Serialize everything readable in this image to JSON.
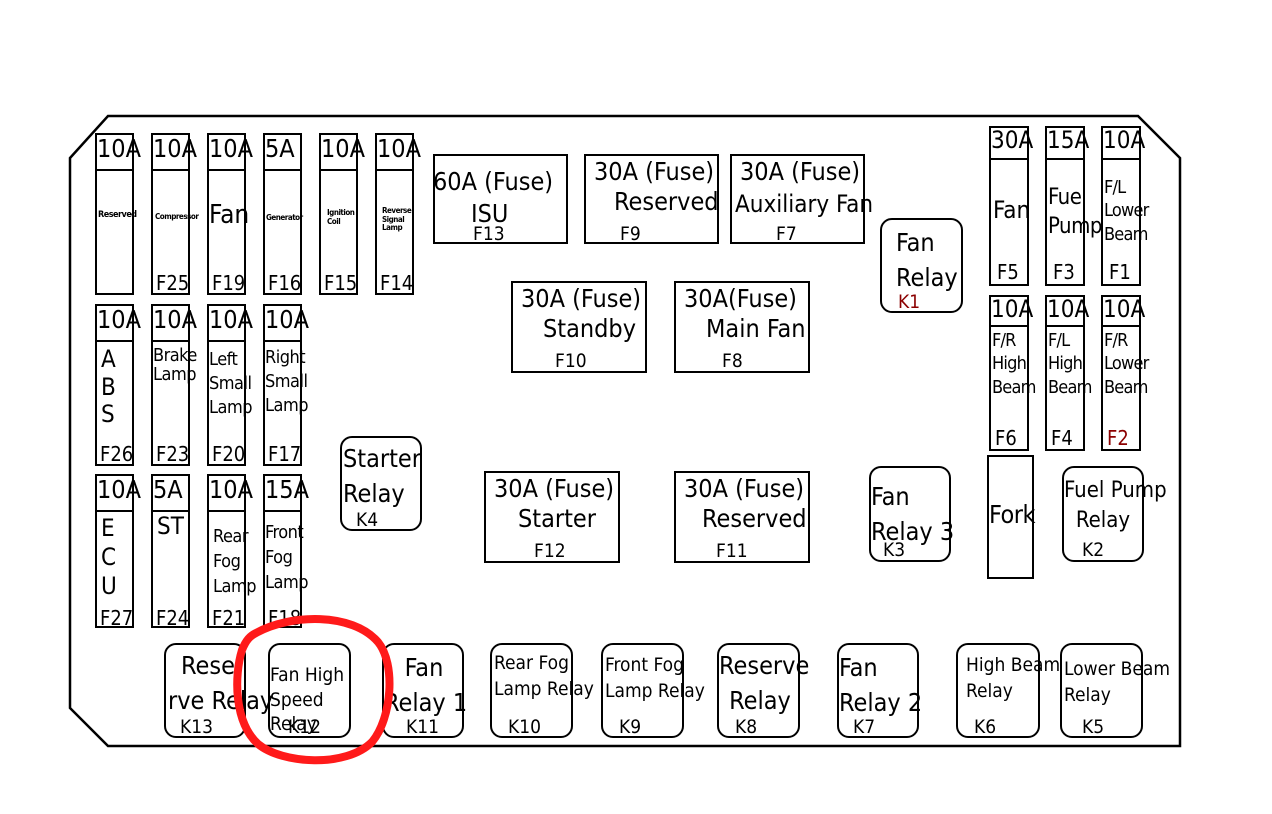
{
  "colors": {
    "line": "#000000",
    "alt_label": "#8b0000",
    "highlight": "#ff1a1a"
  },
  "small_fuses": [
    {
      "id": "F25",
      "rating": "10A",
      "name": "Compressor"
    },
    {
      "id": "F19",
      "rating": "10A",
      "name": "Fan"
    },
    {
      "id": "F16",
      "rating": "5A",
      "name": "Generator"
    },
    {
      "id": "F15",
      "rating": "10A",
      "name": "Ignition\nCoil"
    },
    {
      "id": "F14",
      "rating": "10A",
      "name": "Reverse\nSignal\nLamp"
    },
    {
      "id": "F26",
      "rating": "10A",
      "name": "A\nB\nS"
    },
    {
      "id": "F23",
      "rating": "10A",
      "name": "Brake\nLamp"
    },
    {
      "id": "F20",
      "rating": "10A",
      "name": "Left\nSmall\nLamp"
    },
    {
      "id": "F17",
      "rating": "10A",
      "name": "Right\nSmall\nLamp"
    },
    {
      "id": "F27",
      "rating": "10A",
      "name": "E\nC\nU"
    },
    {
      "id": "F24",
      "rating": "5A",
      "name": "ST"
    },
    {
      "id": "F21",
      "rating": "10A",
      "name": "Rear\nFog\nLamp"
    },
    {
      "id": "F18",
      "rating": "15A",
      "name": "Front\nFog\nLamp"
    },
    {
      "id": "F5",
      "rating": "30A",
      "name": "Fan"
    },
    {
      "id": "F3",
      "rating": "15A",
      "name": "Fuel\nPump"
    },
    {
      "id": "F1",
      "rating": "10A",
      "name": "F/L\nLower\nBeam"
    },
    {
      "id": "F6",
      "rating": "10A",
      "name": "F/R\nHigh\nBeam"
    },
    {
      "id": "F4",
      "rating": "10A",
      "name": "F/L\nHigh\nBeam"
    },
    {
      "id": "F2",
      "rating": "10A",
      "name": "F/R\nLower\nBeam"
    }
  ],
  "reserved_slot": {
    "name": "Reserved"
  },
  "big_fuses": [
    {
      "id": "F13",
      "rating": "60A (Fuse)",
      "name": "ISU"
    },
    {
      "id": "F9",
      "rating": "30A (Fuse)",
      "name": "Reserved"
    },
    {
      "id": "F7",
      "rating": "30A (Fuse)",
      "name": "Auxiliary Fan"
    },
    {
      "id": "F10",
      "rating": "30A (Fuse)",
      "name": "Standby"
    },
    {
      "id": "F8",
      "rating": "30A(Fuse)",
      "name": "Main Fan"
    },
    {
      "id": "F12",
      "rating": "30A (Fuse)",
      "name": "Starter"
    },
    {
      "id": "F11",
      "rating": "30A (Fuse)",
      "name": "Reserved"
    }
  ],
  "relays": [
    {
      "id": "K1",
      "name": "Fan\nRelay"
    },
    {
      "id": "K4",
      "name": "Starter\nRelay"
    },
    {
      "id": "K3",
      "name": "Fan\nRelay 3"
    },
    {
      "id": "K2",
      "name": "Fuel Pump\nRelay"
    },
    {
      "id": "K13",
      "name": "Rese\nrve Relay"
    },
    {
      "id": "K12",
      "name": "Fan High\nSpeed\nRelay"
    },
    {
      "id": "K11",
      "name": "Fan\nRelay 1"
    },
    {
      "id": "K10",
      "name": "Rear Fog\nLamp Relay"
    },
    {
      "id": "K9",
      "name": "Front Fog\nLamp Relay"
    },
    {
      "id": "K8",
      "name": "Reserve\nRelay"
    },
    {
      "id": "K7",
      "name": "Fan\nRelay 2"
    },
    {
      "id": "K6",
      "name": "High Beam\nRelay"
    },
    {
      "id": "K5",
      "name": "Lower Beam\nRelay"
    }
  ],
  "fork": {
    "name": "Fork"
  }
}
